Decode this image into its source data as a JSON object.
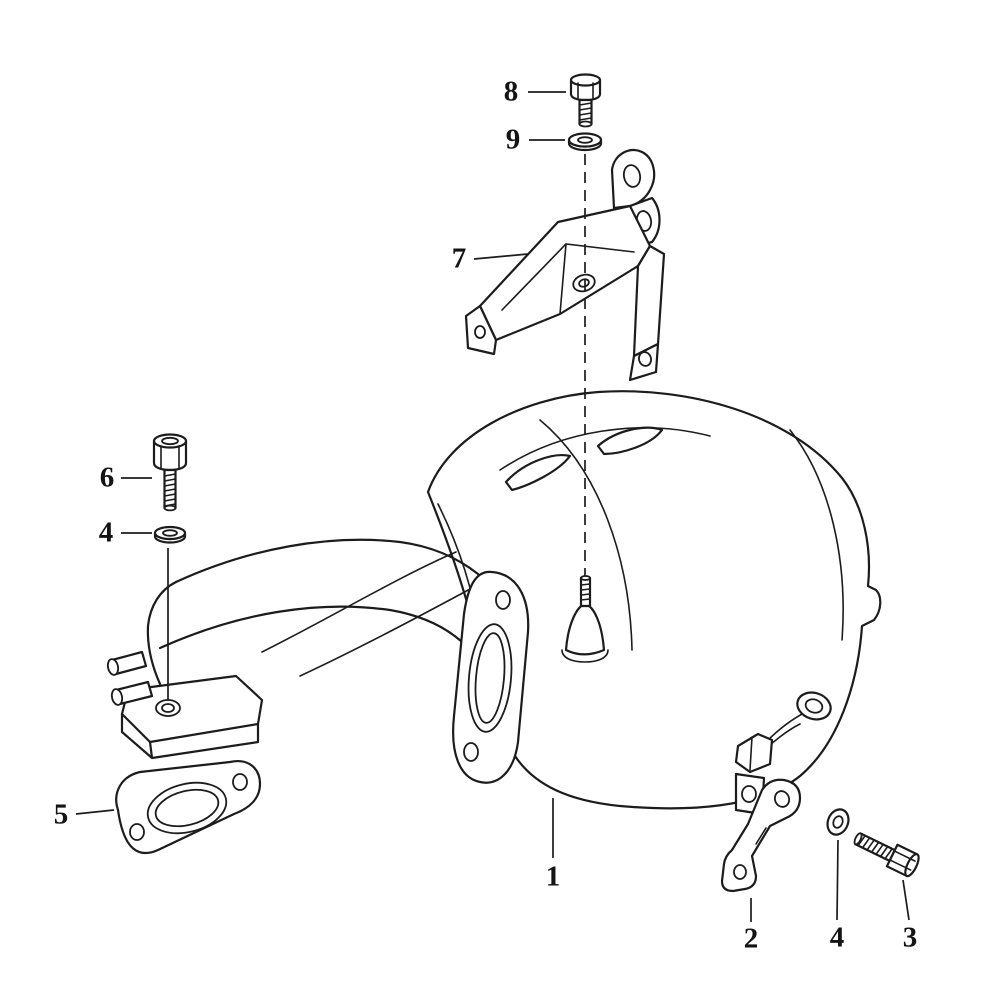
{
  "figure": {
    "type": "exploded-parts-diagram",
    "background": "#ffffff",
    "line_color": "#1c1c1c",
    "callouts": {
      "c8": {
        "label": "8"
      },
      "c9": {
        "label": "9"
      },
      "c7": {
        "label": "7"
      },
      "c6": {
        "label": "6"
      },
      "c4_left": {
        "label": "4"
      },
      "c5": {
        "label": "5"
      },
      "c1": {
        "label": "1"
      },
      "c2": {
        "label": "2"
      },
      "c4_right": {
        "label": "4"
      },
      "c3": {
        "label": "3"
      }
    }
  }
}
